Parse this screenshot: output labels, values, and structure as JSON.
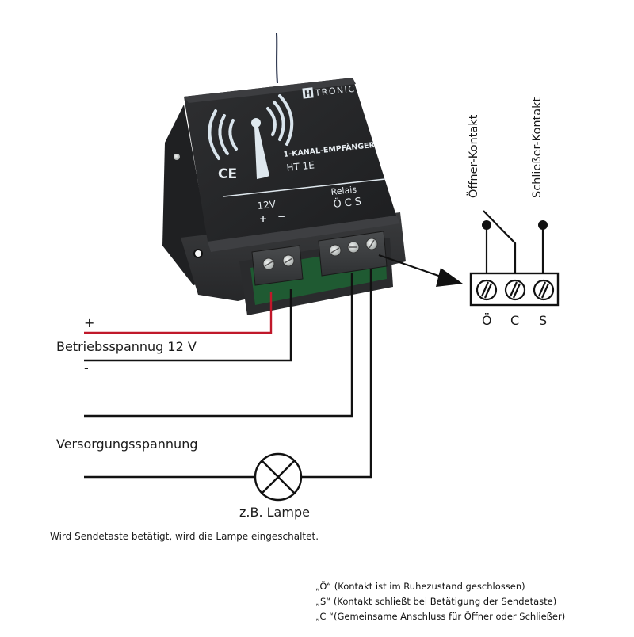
{
  "device": {
    "brand": "TRONIC",
    "brand_mark": "H",
    "product_line": "1-KANAL-EMPFÄNGER",
    "model": "HT 1E",
    "ce_mark": "CE",
    "power_label": "12V",
    "power_plus": "+",
    "power_minus": "−",
    "relay_label": "Relais",
    "relay_pins": "ÖCS",
    "icons": [
      "antenna-icon",
      "radio-waves-icon"
    ]
  },
  "wiring": {
    "plus_label": "+",
    "minus_label": "-",
    "supply_12v_label": "Betriebsspannug 12 V",
    "supply_label": "Versorgungsspannung",
    "lamp_label": "z.B. Lampe",
    "wire_colors": {
      "positive": "#c0182a",
      "negative": "#111111",
      "load": "#111111"
    }
  },
  "relay_detail": {
    "opener_label": "Öffner-Kontakt",
    "closer_label": "Schließer-Kontakt",
    "terminals": [
      "Ö",
      "C",
      "S"
    ]
  },
  "caption": "Wird Sendetaste betätigt, wird die Lampe eingeschaltet.",
  "legend": [
    "„Ö“ (Kontakt ist im Ruhezustand geschlossen)",
    "„S“ (Kontakt schließt bei Betätigung der Sendetaste)",
    "„C “(Gemeinsame Anschluss für Öffner oder Schließer)"
  ]
}
